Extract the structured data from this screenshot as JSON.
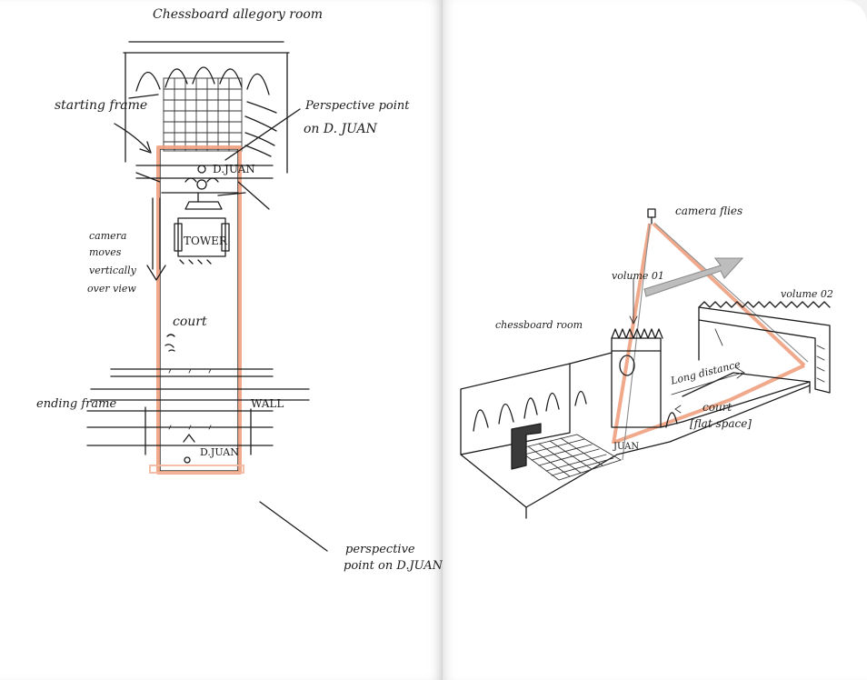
{
  "left_page": {
    "title": "Chessboard allegory room",
    "starting_frame": "starting frame",
    "perspective_point_top_line1": "Perspective point",
    "perspective_point_top_line2": "on D. JUAN",
    "djuan_top": "D.JUAN",
    "tower": "TOWER",
    "camera_moves": [
      "camera",
      "moves",
      "vertically",
      "over view"
    ],
    "court": "court",
    "ending_frame": "ending frame",
    "wall": "WALL",
    "djuan_bottom": "D.JUAN",
    "perspective_point_bottom_line1": "perspective",
    "perspective_point_bottom_line2": "point on D.JUAN"
  },
  "right_page": {
    "camera_flies": "camera flies",
    "volume_01": "volume 01",
    "volume_02": "volume 02",
    "chessboard_room": "chessboard room",
    "long_distance": "Long distance",
    "court": "court",
    "flat_space": "[flat space]",
    "juan": "JUAN"
  },
  "colors": {
    "paper": "#ffffff",
    "ink": "#1c1c1c",
    "highlight": "#f0a080",
    "shade": "#8c8c8c"
  }
}
